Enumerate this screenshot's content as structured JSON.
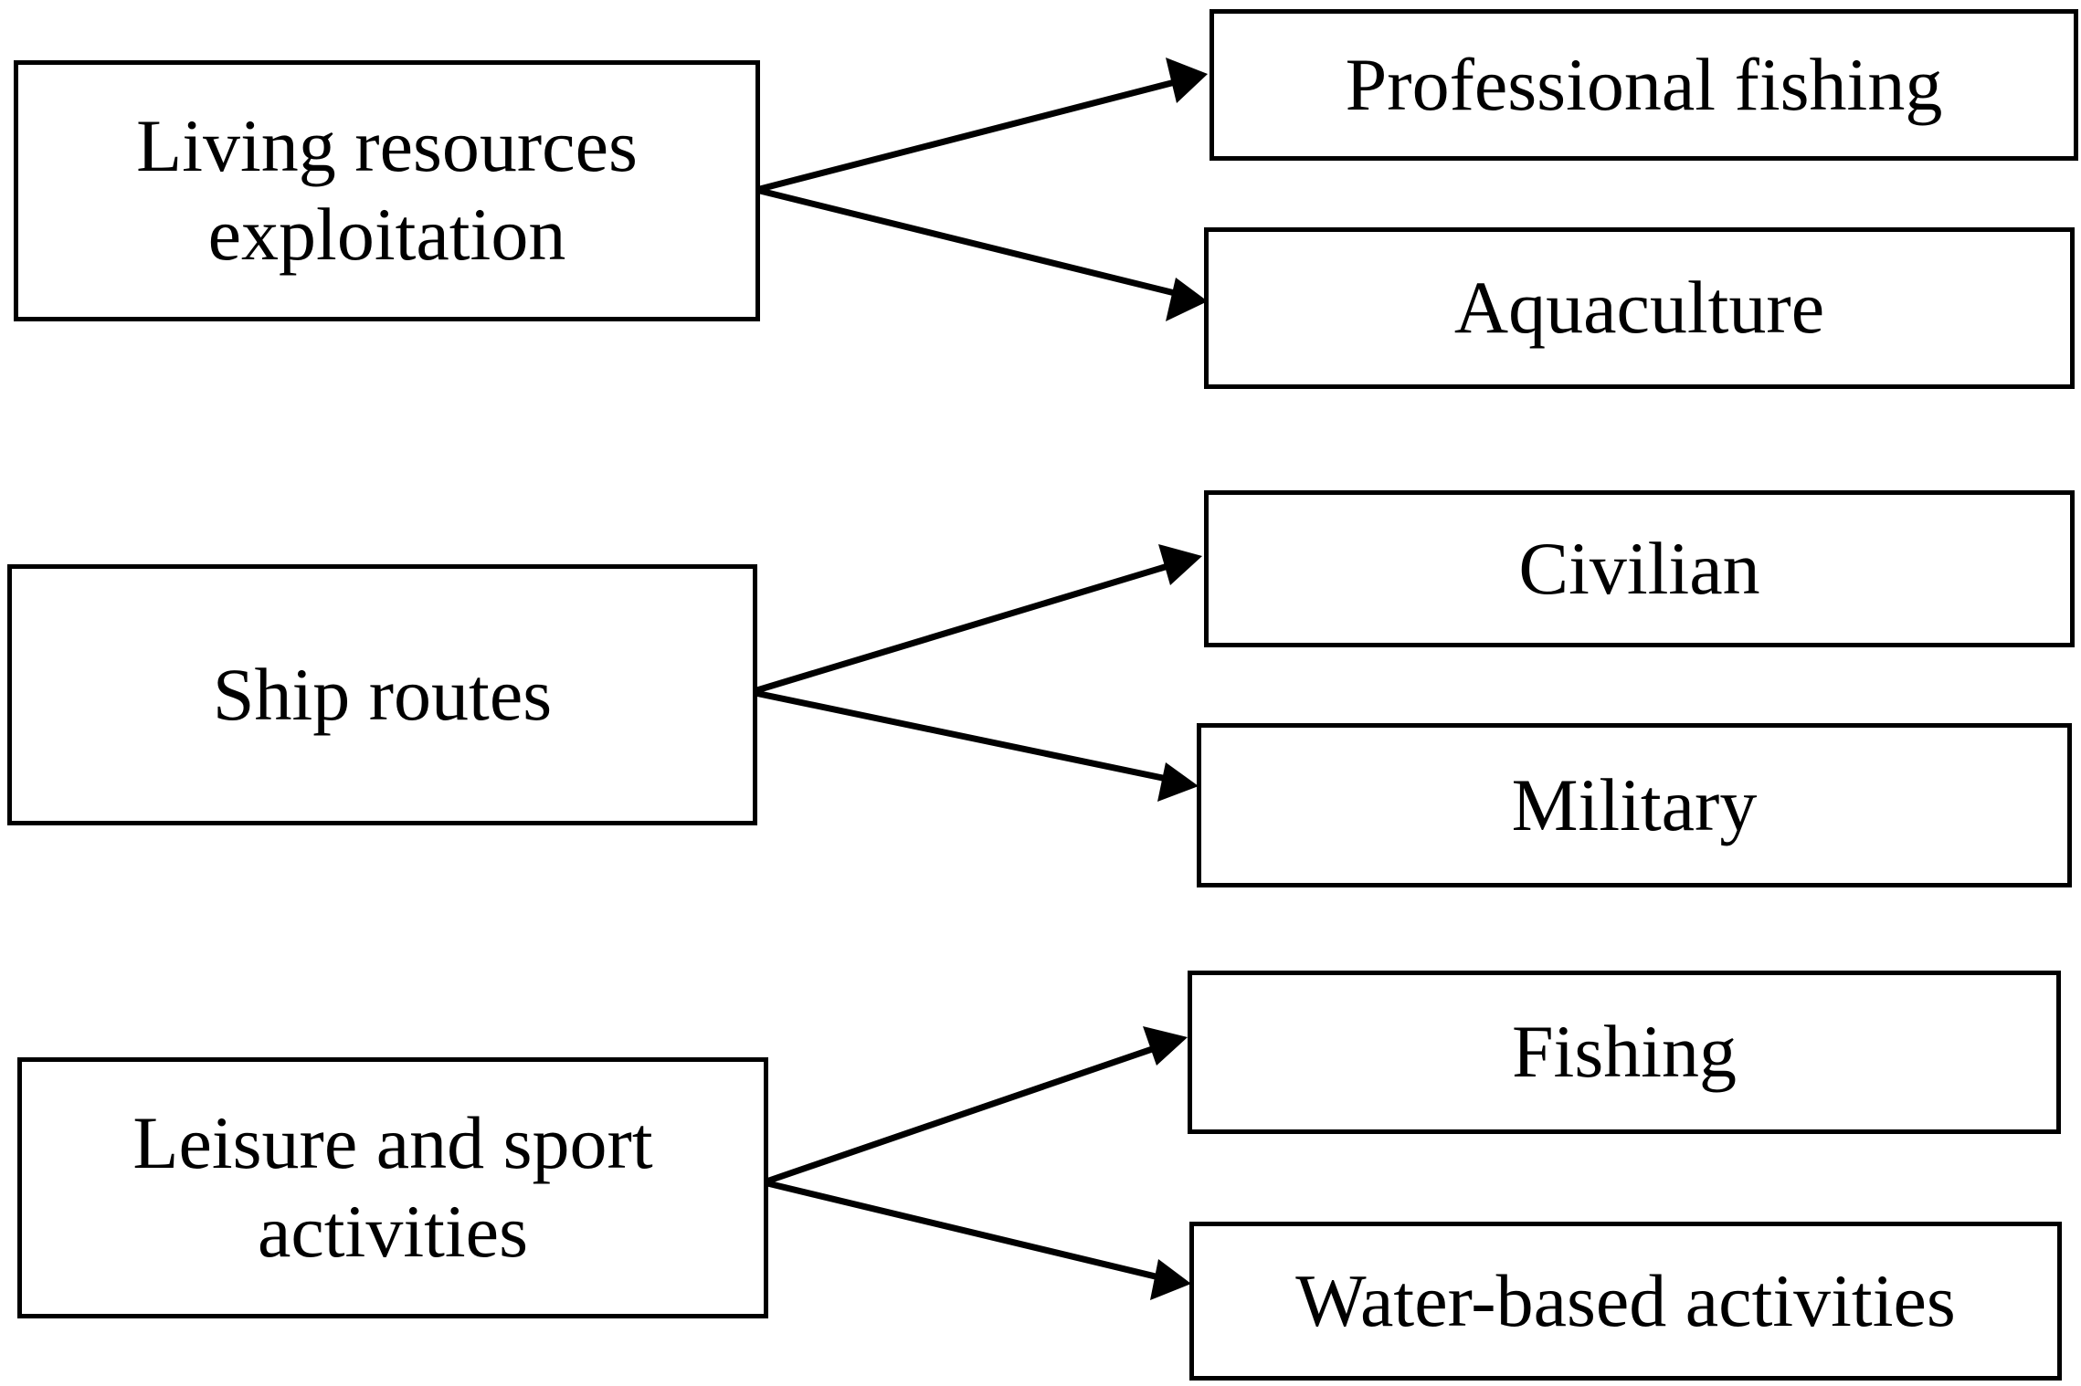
{
  "colors": {
    "stroke": "#000000",
    "background": "#ffffff"
  },
  "groups": [
    {
      "source": [
        "Living resources",
        "exploitation"
      ],
      "targets": [
        "Professional fishing",
        "Aquaculture"
      ]
    },
    {
      "source": [
        "Ship routes"
      ],
      "targets": [
        "Civilian",
        "Military"
      ]
    },
    {
      "source": [
        "Leisure and sport",
        "activities"
      ],
      "targets": [
        "Fishing",
        "Water-based activities"
      ]
    }
  ]
}
